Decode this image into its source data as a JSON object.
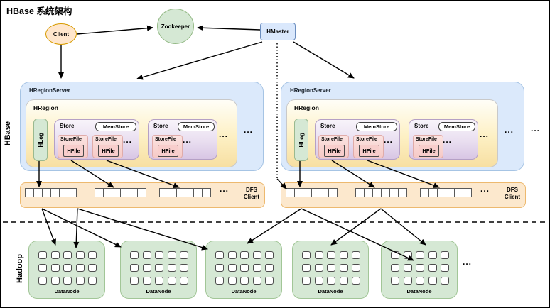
{
  "title": "HBase 系统架构",
  "ellipsis": "...",
  "side_labels": {
    "hbase": "HBase",
    "hadoop": "Hadoop"
  },
  "nodes": {
    "client": "Client",
    "zookeeper": "Zookeeper",
    "hmaster": "HMaster"
  },
  "region_servers": [
    {
      "label": "HRegionServer",
      "region": {
        "label": "HRegion",
        "hlog": "HLog",
        "stores": [
          {
            "label": "Store",
            "memstore": "MemStore",
            "storefiles": [
              {
                "label": "StoreFile",
                "hfile": "HFile"
              },
              {
                "label": "StoreFile",
                "hfile": "HFile"
              }
            ]
          },
          {
            "label": "Store",
            "memstore": "MemStore",
            "storefiles": [
              {
                "label": "StoreFile",
                "hfile": "HFile"
              }
            ]
          }
        ]
      }
    },
    {
      "label": "HRegionServer",
      "region": {
        "label": "HRegion",
        "hlog": "HLog",
        "stores": [
          {
            "label": "Store",
            "memstore": "MemStore",
            "storefiles": [
              {
                "label": "StoreFile",
                "hfile": "HFile"
              },
              {
                "label": "StoreFile",
                "hfile": "HFile"
              }
            ]
          },
          {
            "label": "Store",
            "memstore": "MemStore",
            "storefiles": [
              {
                "label": "StoreFile",
                "hfile": "HFile"
              }
            ]
          }
        ]
      }
    }
  ],
  "dfs_clients": [
    {
      "label_line1": "DFS",
      "label_line2": "Client"
    },
    {
      "label_line1": "DFS",
      "label_line2": "Client"
    }
  ],
  "datanodes": [
    "DataNode",
    "DataNode",
    "DataNode",
    "DataNode",
    "DataNode"
  ],
  "colors": {
    "client_fill": "#ffe6cc",
    "client_stroke": "#d79b00",
    "zookeeper_fill": "#d5e8d4",
    "zookeeper_stroke": "#82b366",
    "hmaster_fill": "#dae8fc",
    "hmaster_stroke": "#6c8ebf",
    "regionserver_fill": "#dbe9fb",
    "hregion_fill_top": "#fffef8",
    "hregion_fill_bottom": "#f7dfa2",
    "store_fill_top": "#f8f4fa",
    "store_fill_bottom": "#d8c6e4",
    "storefile_fill": "#f8cecc",
    "hlog_fill": "#d5e8d4",
    "dfs_fill": "#fce8cd",
    "dfs_stroke": "#edb96f",
    "datanode_fill": "#d5e8d4",
    "arrow": "#000000"
  }
}
